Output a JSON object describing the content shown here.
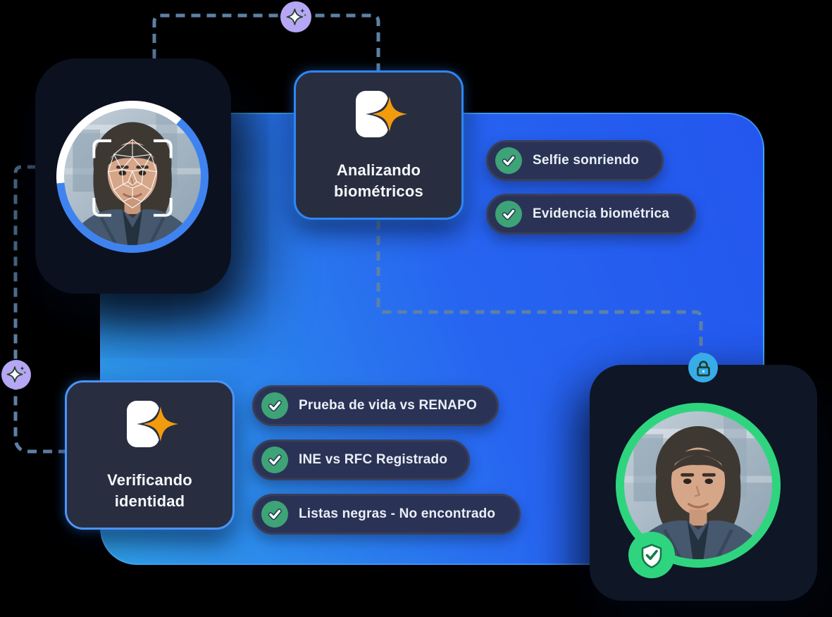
{
  "flow": {
    "step_analyzing": {
      "line1": "Analizando",
      "line2": "biométricos"
    },
    "step_verifying": {
      "line1": "Verificando",
      "line2": "identidad"
    },
    "checks_biometric": [
      "Selfie sonriendo",
      "Evidencia biométrica"
    ],
    "checks_identity": [
      "Prueba de vida vs RENAPO",
      "INE vs RFC Registrado",
      "Listas negras - No encontrado"
    ]
  },
  "icons": {
    "logo": "brand-mark-with-orange-sparkle",
    "check": "check-circle",
    "shield": "shield-check-badge",
    "lock": "padlock",
    "sparkle": "four-point-sparkle",
    "face_scan": "face-mesh-viewfinder"
  },
  "colors": {
    "panel_blue_light": "#2FA0E9",
    "panel_blue_deep": "#2356EE",
    "card_border_blue": "#2E86F8",
    "step_card_bg": "#282E40",
    "photo_card_bg": "#0C1120",
    "pill_bg": "#2A3356",
    "pill_border": "#3A3E58",
    "check_green": "#3FA378",
    "ring_green": "#2FD57E",
    "scan_ring_blue": "#3F83F0",
    "lock_circle_blue": "#38ACE9",
    "sparkle_purple": "#B5A7F3",
    "dash_line": "#5D81A6",
    "logo_star_orange": "#F29B0D"
  }
}
